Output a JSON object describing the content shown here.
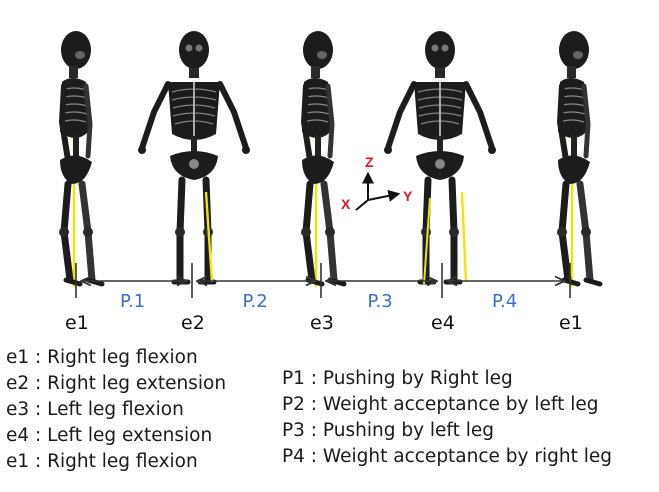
{
  "events": [
    "e1",
    "e2",
    "e3",
    "e4",
    "e1"
  ],
  "phases": [
    "P.1",
    "P.2",
    "P.3",
    "P.4"
  ],
  "axes": {
    "z": "Z",
    "x": "X",
    "y": "Y"
  },
  "colors": {
    "axis_label": "#e8112d",
    "phase_label": "#3a6fc4",
    "joint_axis": "#f2e600",
    "bone": "#1c1c1c"
  },
  "legend_events": [
    "e1 : Right leg flexion",
    "e2 : Right leg extension",
    "e3 : Left leg flexion",
    "e4 : Left leg extension",
    "e1 : Right leg flexion"
  ],
  "legend_phases": [
    "P1 : Pushing by Right leg",
    "P2 : Weight acceptance by left leg",
    "P3 : Pushing by left leg",
    "P4 : Weight acceptance by right leg"
  ]
}
